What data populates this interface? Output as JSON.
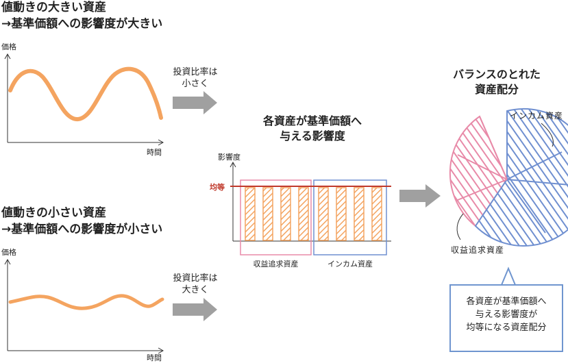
{
  "top_panel": {
    "heading_line1": "値動きの大きい資産",
    "heading_line2": "→基準価額への影響度が大きい",
    "y_axis": "価格",
    "x_axis": "時間",
    "arrow_label_line1": "投資比率は",
    "arrow_label_line2": "小さく"
  },
  "bottom_panel": {
    "heading_line1": "値動きの小さい資産",
    "heading_line2": "→基準価額への影響度が小さい",
    "y_axis": "価格",
    "x_axis": "時間",
    "arrow_label_line1": "投資比率は",
    "arrow_label_line2": "大きく"
  },
  "center": {
    "title_line1": "各資産が基準価額へ",
    "title_line2": "与える影響度",
    "y_axis": "影響度",
    "equal_line_label": "均等",
    "group1_label": "収益追求資産",
    "group2_label": "インカム資産"
  },
  "right": {
    "title_line1": "バランスのとれた",
    "title_line2": "資産配分",
    "income_label": "インカム資産",
    "growth_label": "収益追求資産",
    "callout_line1": "各資産が基準価額へ",
    "callout_line2": "与える影響度が",
    "callout_line3": "均等になる資産配分"
  },
  "colors": {
    "orange": "#f4a460",
    "gray_arrow": "#a0a0a0",
    "red_line": "#c0392b",
    "pink": "#e88aa8",
    "blue": "#6f8fd0"
  }
}
